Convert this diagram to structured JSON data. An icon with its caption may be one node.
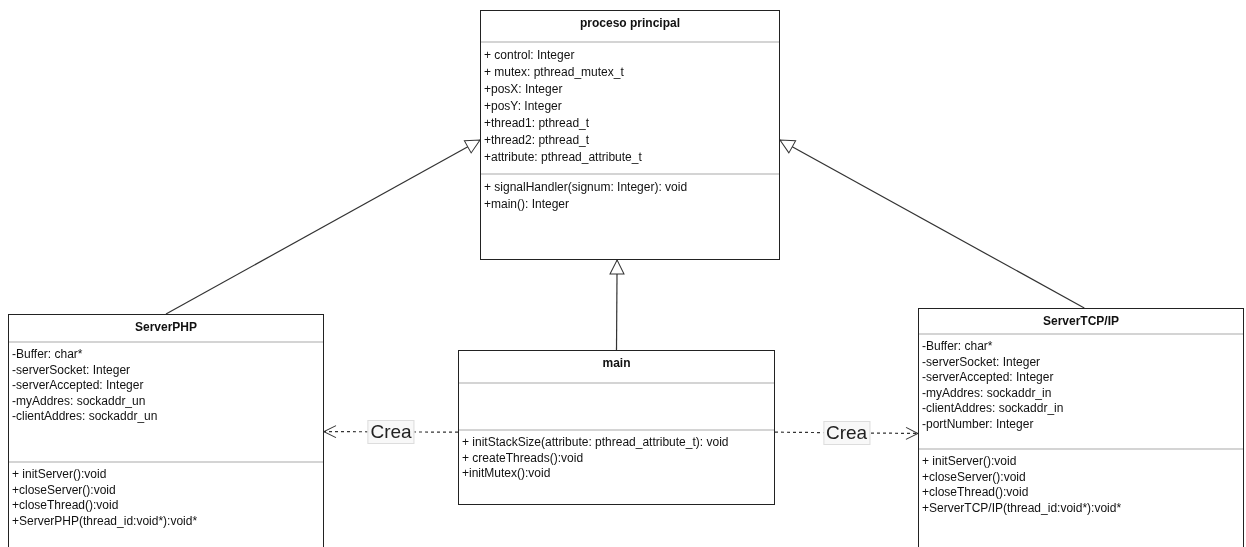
{
  "diagram": {
    "nodes": [
      {
        "text": [
          "proceso principal"
        ]
      },
      {
        "text": [
          "+ control: Integer",
          "+ mutex: pthread_mutex_t",
          "+posX: Integer",
          "+posY: Integer",
          "+thread1: pthread_t",
          "+thread2: pthread_t",
          "+attribute: pthread_attribute_t"
        ],
        "in": 0
      },
      {
        "text": [
          "+ signalHandler(signum: Integer): void",
          "+main(): Integer"
        ],
        "in": 0
      },
      {
        "text": [
          "ServerPHP"
        ]
      },
      {
        "text": [
          "-Buffer: char*",
          "-serverSocket: Integer",
          "-serverAccepted: Integer",
          "-myAddres: sockaddr_un",
          "-clientAddres: sockaddr_un"
        ],
        "in": 3
      },
      {
        "text": [
          "+ initServer():void",
          "+closeServer():void",
          "+closeThread():void",
          "+ServerPHP(thread_id:void*):void*"
        ],
        "in": 3
      },
      {
        "text": [
          "main"
        ]
      },
      {
        "text": [],
        "shape": "box",
        "in": 6
      },
      {
        "text": [
          "+ initStackSize(attribute: pthread_attribute_t): void",
          "+ createThreads():void",
          "+initMutex():void"
        ],
        "in": 6
      },
      {
        "text": [
          "ServerTCP/IP"
        ]
      },
      {
        "text": [
          "-Buffer: char*",
          "-serverSocket: Integer",
          "-serverAccepted: Integer",
          "-myAddres: sockaddr_in",
          "-clientAddres: sockaddr_in",
          "-portNumber: Integer"
        ],
        "in": 9
      },
      {
        "text": [
          "+ initServer():void",
          "+closeServer():void",
          "+closeThread():void",
          "+ServerTCP/IP(thread_id:void*):void*"
        ],
        "in": 9
      }
    ],
    "edges": [
      {
        "from": 3,
        "to": 0,
        "arrow": "to"
      },
      {
        "from": 6,
        "to": 0,
        "arrow": "to"
      },
      {
        "from": 9,
        "to": 0,
        "arrow": "to"
      },
      {
        "from": 6,
        "to": 3,
        "arrow": "to",
        "style": "dashed",
        "label": "Crea"
      },
      {
        "from": 6,
        "to": 9,
        "arrow": "to",
        "style": "dashed",
        "label": "Crea"
      }
    ]
  }
}
